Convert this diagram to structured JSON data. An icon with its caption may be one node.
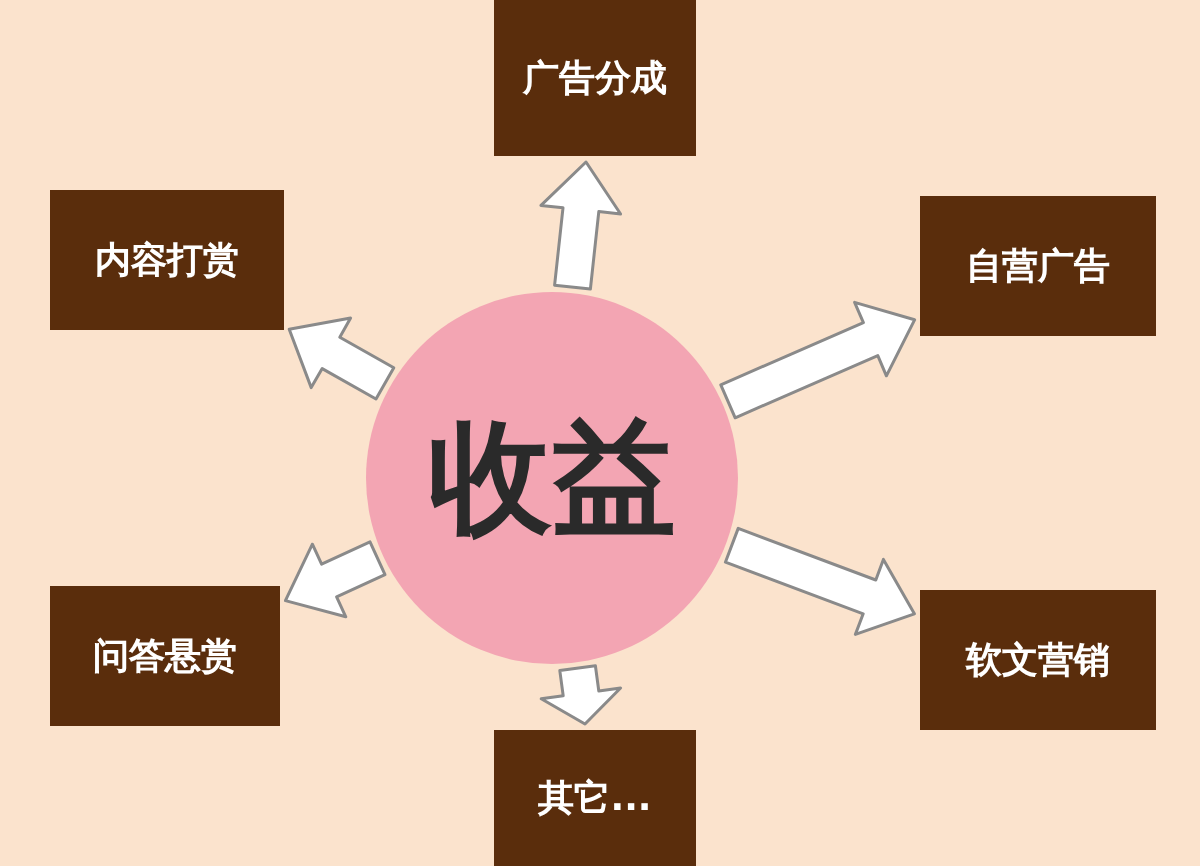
{
  "diagram": {
    "nodes": [
      {
        "text": [
          "收益"
        ]
      },
      {
        "text": [
          "广告分成"
        ]
      },
      {
        "text": [
          "内容打赏"
        ]
      },
      {
        "text": [
          "自营广告"
        ]
      },
      {
        "text": [
          "问答悬赏"
        ]
      },
      {
        "text": [
          "软文营销"
        ]
      },
      {
        "text": [
          "其它..."
        ]
      }
    ],
    "edges": [
      {
        "from": 0,
        "to": 1,
        "arrow": "to"
      },
      {
        "from": 0,
        "to": 2,
        "arrow": "to"
      },
      {
        "from": 0,
        "to": 3,
        "arrow": "to"
      },
      {
        "from": 0,
        "to": 4,
        "arrow": "to"
      },
      {
        "from": 0,
        "to": 5,
        "arrow": "to"
      },
      {
        "from": 0,
        "to": 6,
        "arrow": "to"
      }
    ]
  }
}
